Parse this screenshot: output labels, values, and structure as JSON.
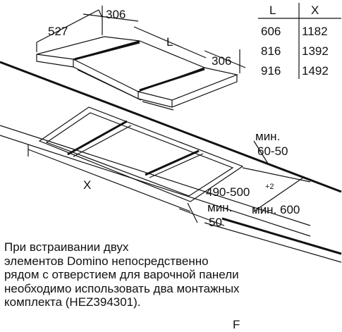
{
  "dimensions": {
    "depth_527": "527",
    "width_306_left": "306",
    "width_L": "L",
    "width_306_right": "306",
    "cutout_X": "X",
    "cutout_depth": "490-500",
    "cutout_depth_sup": "+2",
    "min_edge_label": "мин.",
    "min_edge_value": "60-50",
    "min_front_label": "мин.",
    "min_front_value": "50",
    "min_600": "мин. 600"
  },
  "table": {
    "headers": [
      "L",
      "X"
    ],
    "rows": [
      [
        "606",
        "1182"
      ],
      [
        "816",
        "1392"
      ],
      [
        "916",
        "1492"
      ]
    ]
  },
  "note": "При встраивании двух\nэлементов Domino непосредственно\nрядом с отверстием для варочной панели\nнеобходимо использовать два монтажных\nкомплекта (HEZ394301).",
  "cut_label": "F"
}
